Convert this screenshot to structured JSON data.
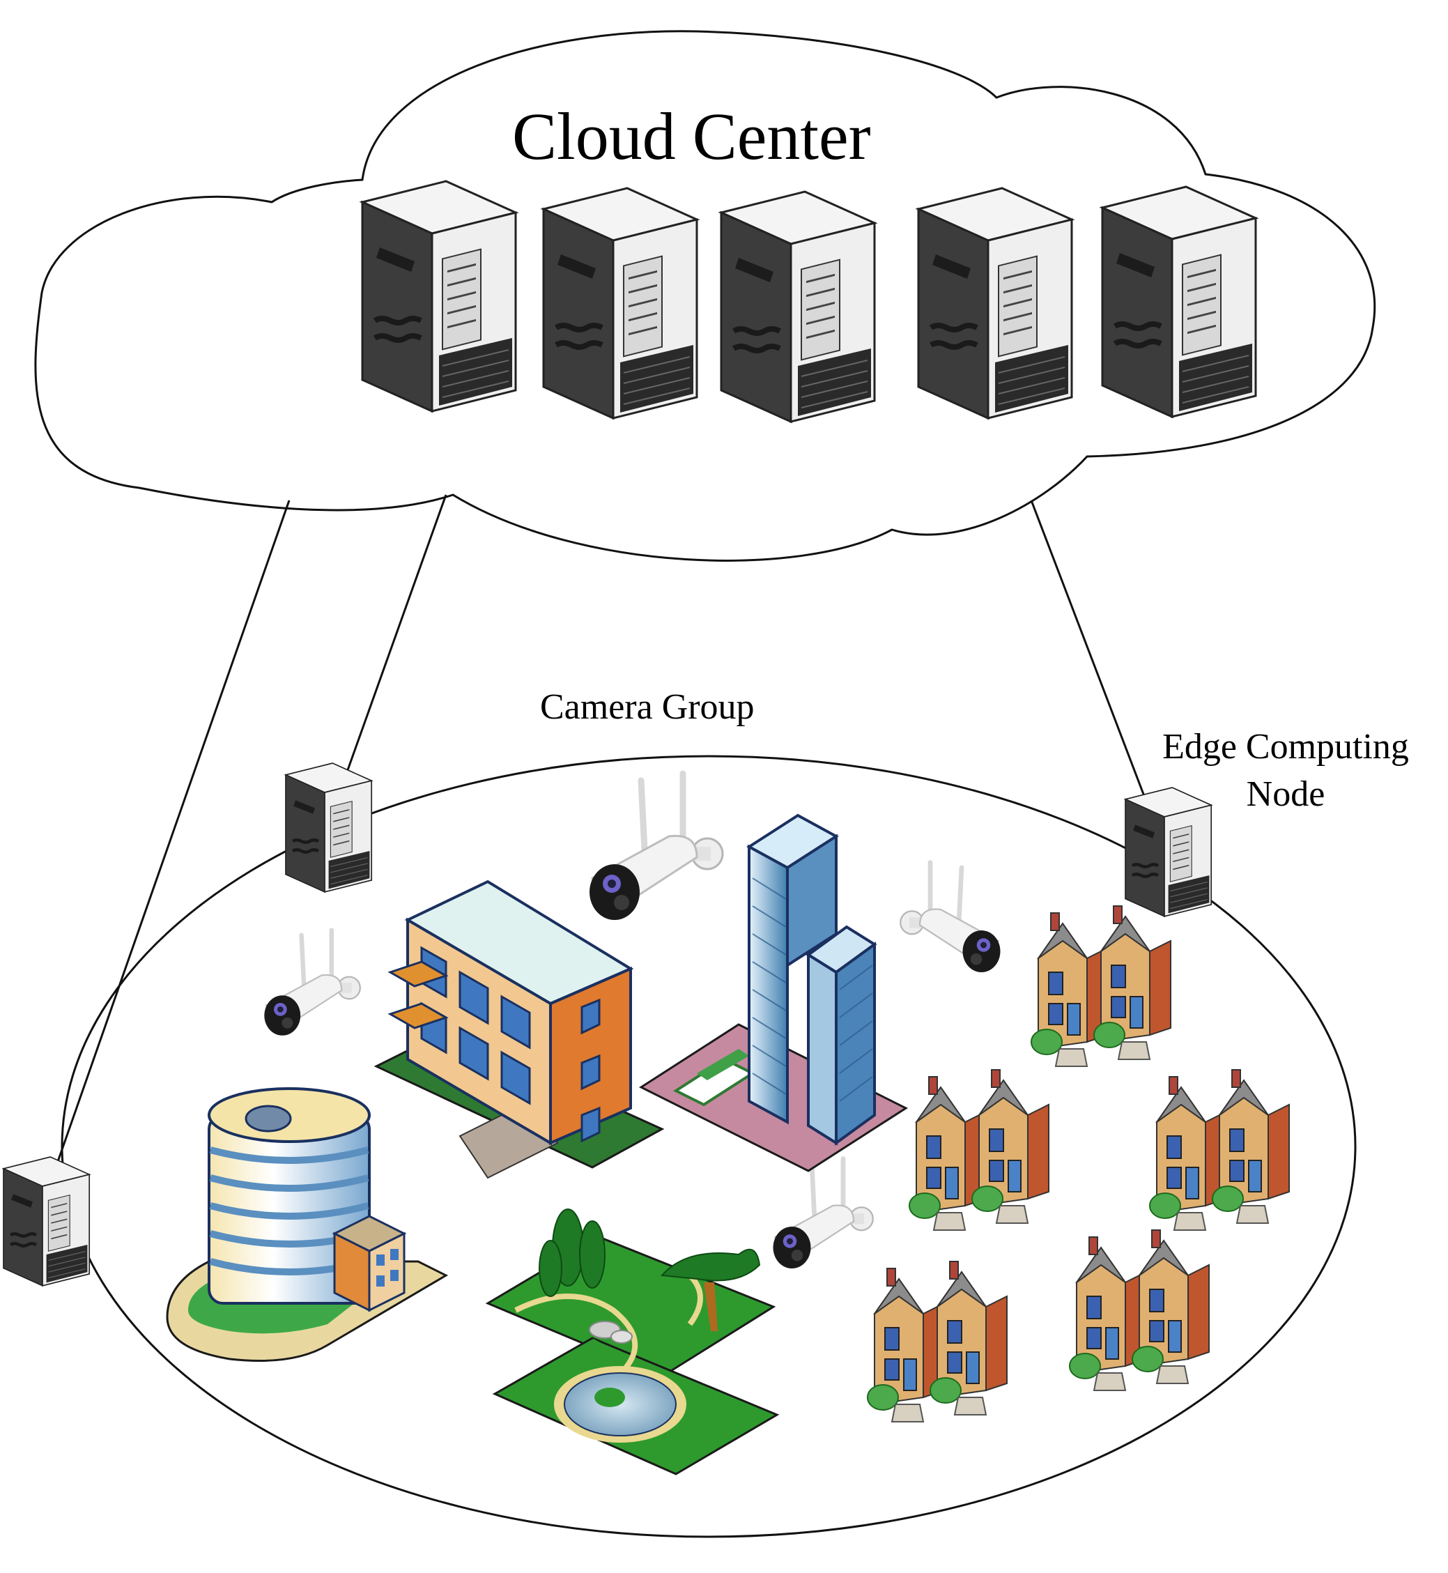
{
  "diagram": {
    "cloud_title": "Cloud Center",
    "camera_group_label": "Camera Group",
    "edge_node_label_line1": "Edge Computing",
    "edge_node_label_line2": "Node"
  },
  "counts": {
    "cloud_servers": 5,
    "edge_nodes": 3,
    "cameras": 4,
    "townhouse_pairs": 5
  },
  "colors": {
    "server_dark": "#3a3a3a",
    "server_light": "#f2f2f2",
    "brick": "#c8643a",
    "roof": "#8c8c8c",
    "grass": "#2e9a2e",
    "glass": "#8fb8d6",
    "water": "#9fc3d6"
  }
}
